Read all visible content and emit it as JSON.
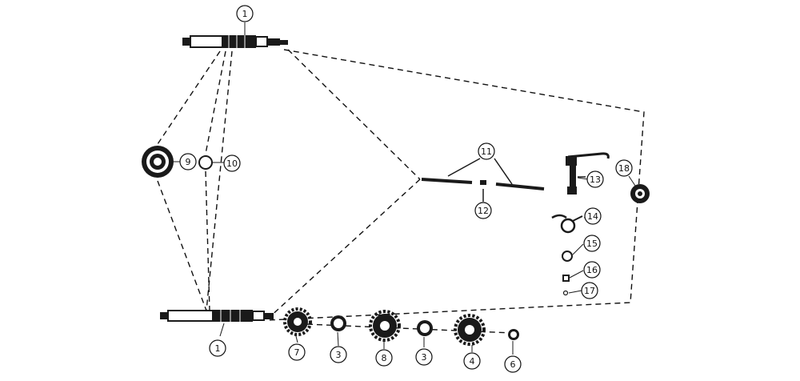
{
  "callouts": {
    "shaft_top": "1",
    "shaft_bottom": "1",
    "bearing_left": "9",
    "ring_left": "10",
    "rod": "11",
    "pin": "12",
    "selector": "13",
    "spring": "14",
    "washer": "15",
    "block": "16",
    "small_ring": "17",
    "bearing_right": "18",
    "gear_7": "7",
    "washer_3a": "3",
    "gear_8": "8",
    "washer_3b": "3",
    "gear_4": "4",
    "ring_6": "6"
  }
}
